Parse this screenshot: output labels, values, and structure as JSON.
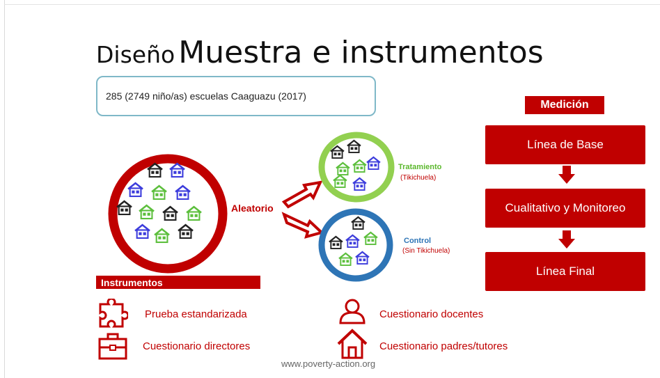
{
  "slide": {
    "title_small": "Diseño",
    "title_big": "Muestra e instrumentos",
    "sample_text": "285 (2749 niño/as) escuelas Caaguazu (2017)",
    "random_label": "Aleatorio",
    "treatment": {
      "label": "Tratamiento",
      "sub": "(Tikichuela)"
    },
    "control": {
      "label": "Control",
      "sub": "(Sin Tikichuela)"
    },
    "medicion": {
      "title": "Medición",
      "steps": [
        "Línea de Base",
        "Cualitativo y Monitoreo",
        "Línea Final"
      ]
    },
    "instrumentos": {
      "title": "Instrumentos",
      "items": [
        {
          "label": "Prueba estandarizada",
          "icon": "puzzle-icon"
        },
        {
          "label": "Cuestionario directores",
          "icon": "briefcase-icon"
        },
        {
          "label": "Cuestionario docentes",
          "icon": "person-icon"
        },
        {
          "label": "Cuestionario padres/tutores",
          "icon": "home-icon"
        }
      ]
    },
    "footer": "www.poverty-action.org",
    "colors": {
      "accent": "#c00000",
      "treatment": "#92d050",
      "control": "#2e75b6",
      "box_border": "#7fb8c8"
    },
    "house_colors": [
      "#222222",
      "#3c3cdc",
      "#5cbf3c"
    ]
  }
}
